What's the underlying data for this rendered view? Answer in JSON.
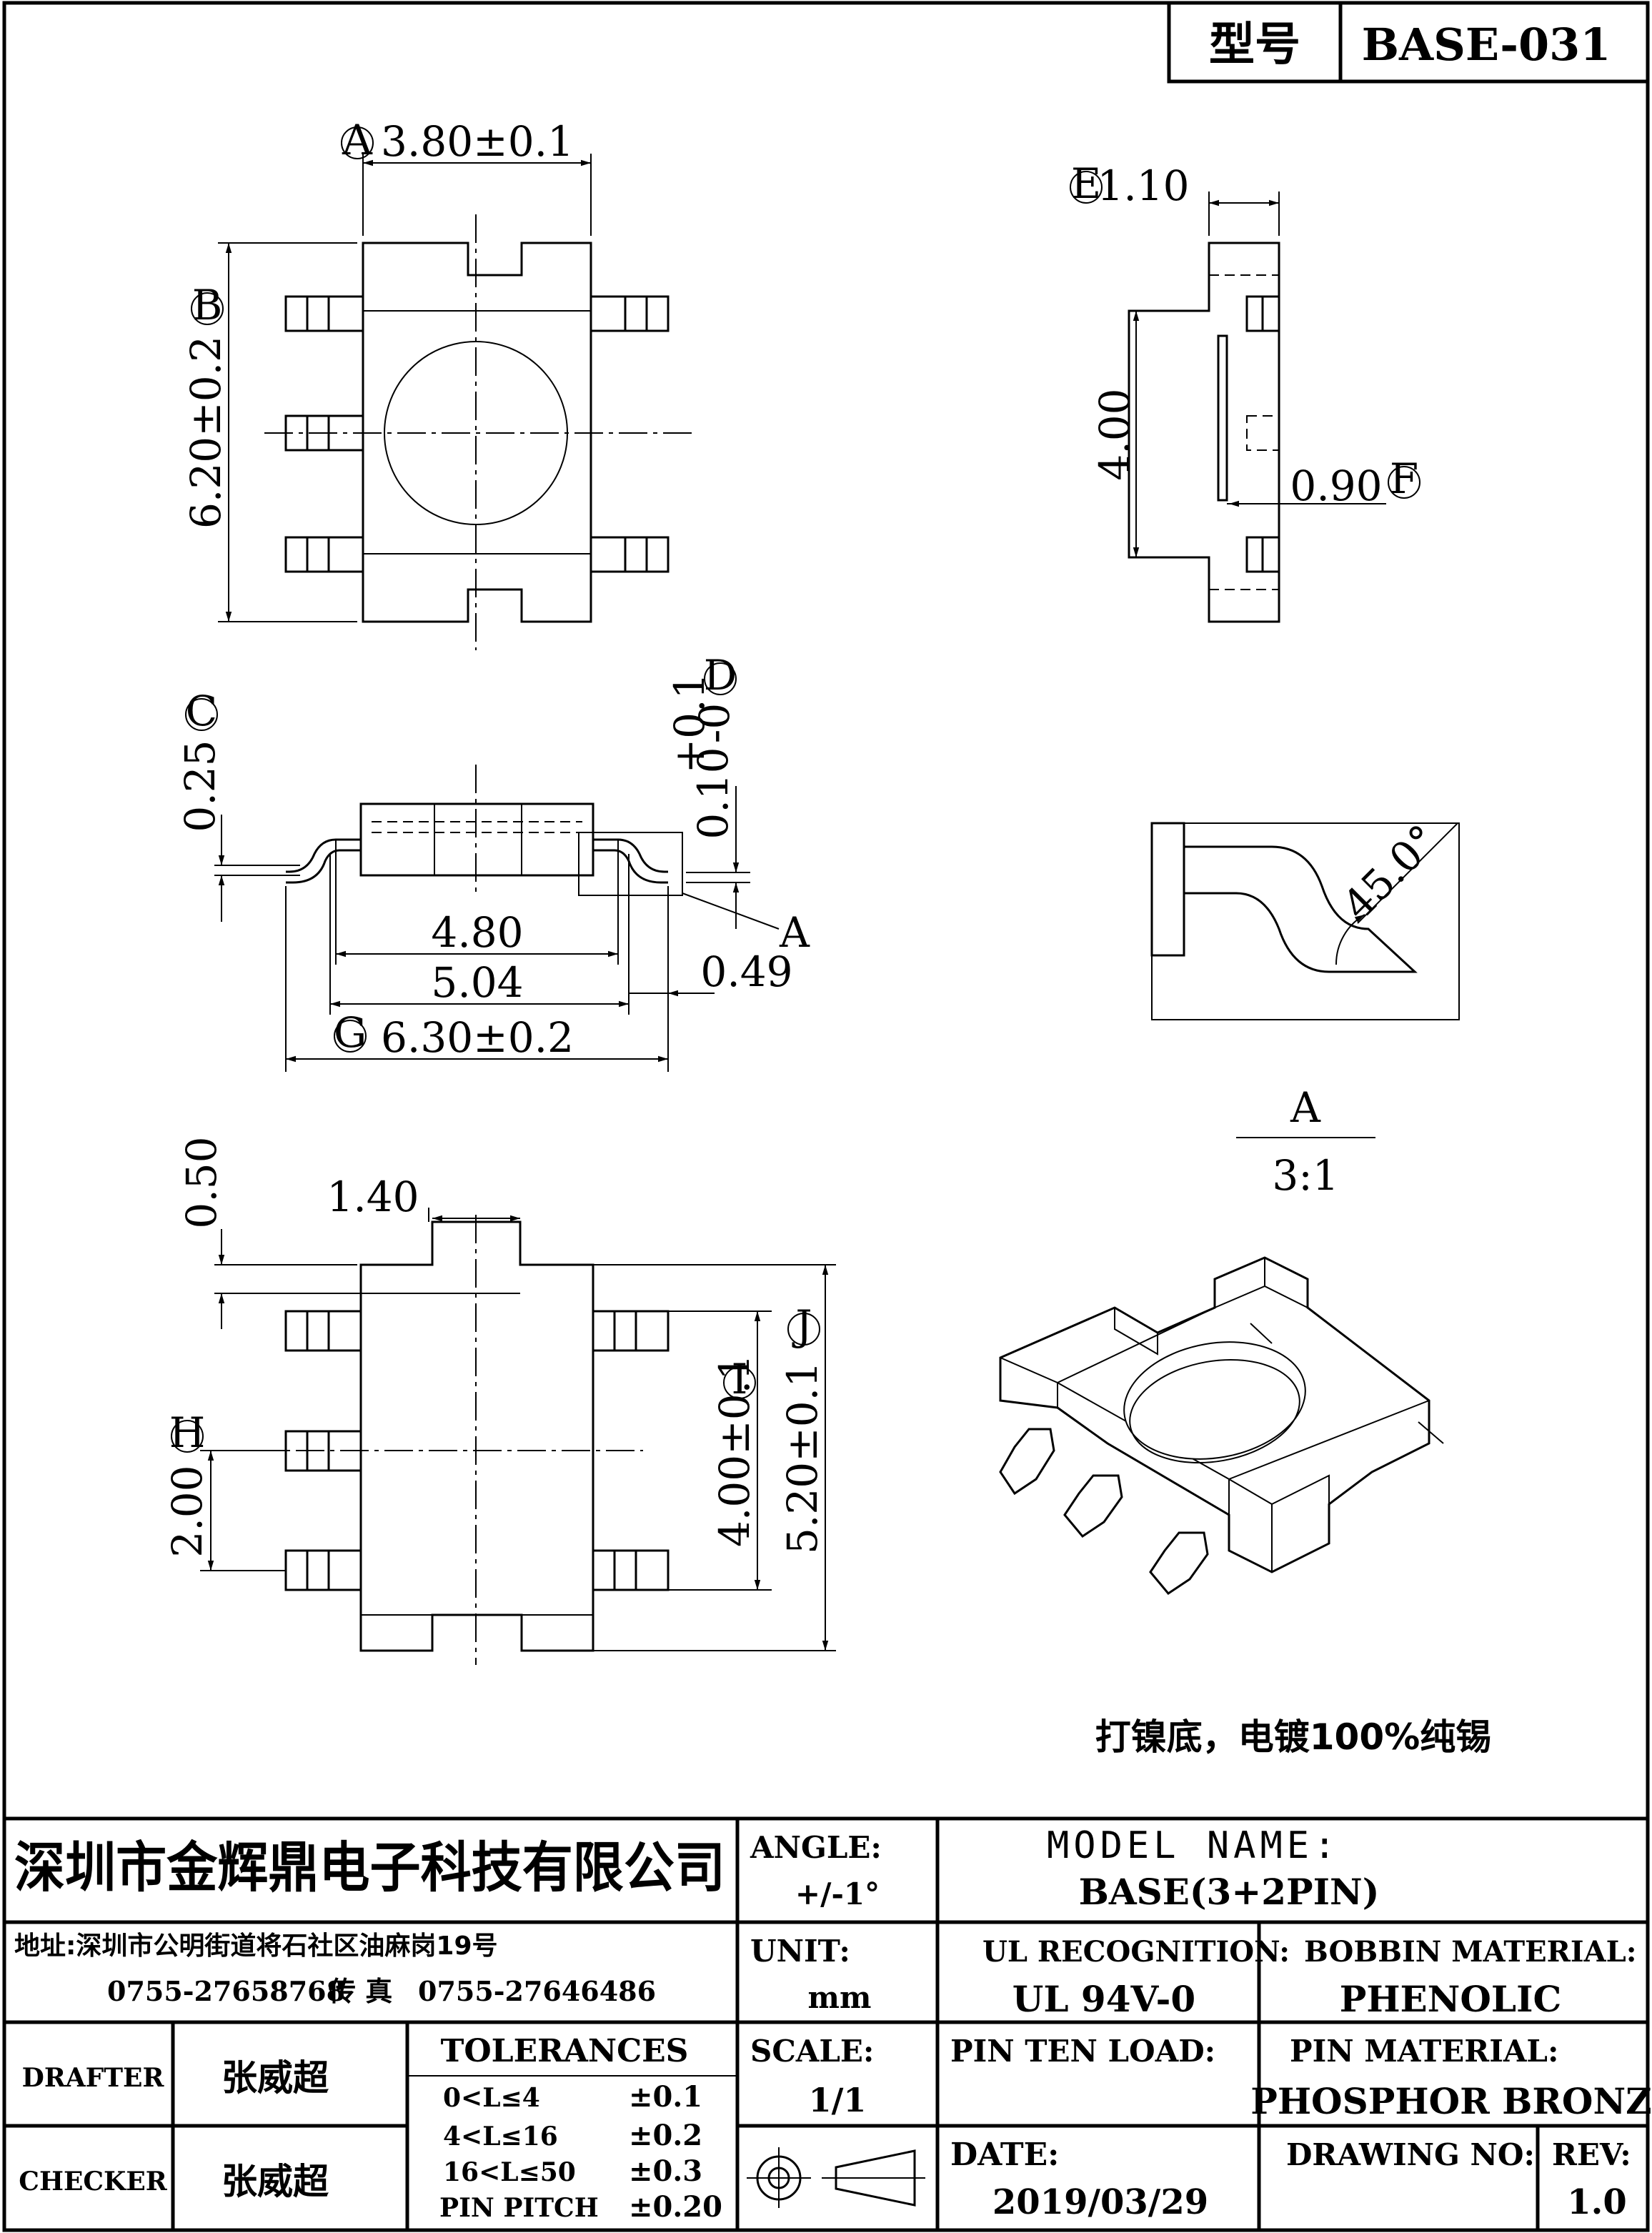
{
  "title_box": {
    "label": "型号",
    "value": "BASE-031"
  },
  "views": {
    "top": {
      "dim_width": "3.80±0.1",
      "dim_width_ref": "A",
      "dim_height": "6.20±0.2",
      "dim_height_ref": "B"
    },
    "side": {
      "dim_top": "1.10",
      "dim_top_ref": "E",
      "dim_body": "4.00",
      "dim_pin": "0.90",
      "dim_pin_ref": "F"
    },
    "front": {
      "dim_thickness": "0.25",
      "dim_thickness_ref": "C",
      "dim_standoff": "0.10",
      "dim_standoff_tol_plus": "+0.1",
      "dim_standoff_tol_minus": "-0",
      "dim_standoff_ref": "D",
      "detail_callout": "A",
      "dim_inner": "4.80",
      "dim_mid": "5.04",
      "dim_offset": "0.49",
      "dim_overall": "6.30±0.2",
      "dim_overall_ref": "G"
    },
    "bottom": {
      "dim_tab_height": "0.50",
      "dim_tab_width": "1.40",
      "dim_pitch": "2.00",
      "dim_pitch_ref": "H",
      "dim_inner_height": "4.00±0.1",
      "dim_inner_ref": "I",
      "dim_outer_height": "5.20±0.1",
      "dim_outer_ref": "J"
    },
    "detail": {
      "angle": "45.0°",
      "name": "A",
      "scale": "3:1"
    }
  },
  "note": "打镍底，电镀100%纯锡",
  "title_block": {
    "company": "深圳市金辉鼎电子科技有限公司",
    "address": "地址:深圳市公明街道将石社区油麻岗19号",
    "phone": "0755-27658768",
    "fax_label": "传 真",
    "fax": "0755-27646486",
    "drafter_label": "DRAFTER",
    "drafter": "张威超",
    "checker_label": "CHECKER",
    "checker": "张威超",
    "tolerances_label": "TOLERANCES",
    "tolerances": [
      {
        "range": "0<L≤4",
        "value": "±0.1"
      },
      {
        "range": "4<L≤16",
        "value": "±0.2"
      },
      {
        "range": "16<L≤50",
        "value": "±0.3"
      },
      {
        "range": "PIN PITCH",
        "value": "±0.20"
      }
    ],
    "angle_label": "ANGLE:",
    "angle": "+/-1°",
    "unit_label": "UNIT:",
    "unit": "mm",
    "scale_label": "SCALE:",
    "scale": "1/1",
    "model_name_label": "MODEL NAME:",
    "model_name": "BASE(3+2PIN)",
    "ul_label": "UL RECOGNITION:",
    "ul": "UL 94V-0",
    "bobbin_label": "BOBBIN MATERIAL:",
    "bobbin": "PHENOLIC",
    "pin_ten_label": "PIN TEN LOAD:",
    "pin_material_label": "PIN MATERIAL:",
    "pin_material": "PHOSPHOR BRONZE",
    "date_label": "DATE:",
    "date": "2019/03/29",
    "drawing_no_label": "DRAWING NO:",
    "rev_label": "REV:",
    "rev": "1.0"
  }
}
